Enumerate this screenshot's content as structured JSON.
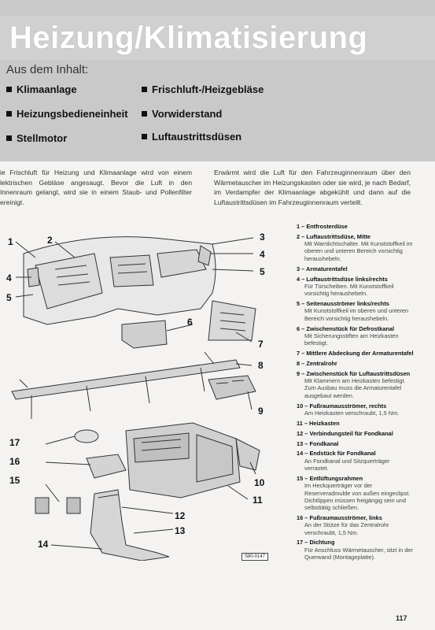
{
  "header": {
    "title": "Heizung/Klimatisierung",
    "contents_heading": "Aus dem Inhalt:",
    "contents_left": [
      "Klimaanlage",
      "Heizungsbedieneinheit",
      "Stellmotor"
    ],
    "contents_right": [
      "Frischluft-/Heizgebläse",
      "Vorwiderstand",
      "Luftaustrittsdüsen"
    ]
  },
  "intro": {
    "left": "ie Frischluft für Heizung und Klimaanlage wird von einem lektrischen Gebläse angesaugt. Bevor die Luft in den Innenraum gelangt, wird sie in einem Staub- und Pollenfilter ereinigt.",
    "right": "Erwärmt wird die Luft für den Fahrzeuginnenraum über den Wärmetauscher im Heizungskasten oder sie wird, je nach Bedarf, im Verdampfer der Klimaanlage abgekühlt und dann auf die Luftaustrittsdüsen im Fahrzeuginnenraum verteilt."
  },
  "diagram": {
    "callouts": [
      "1",
      "2",
      "3",
      "4",
      "5",
      "4",
      "5",
      "6",
      "7",
      "8",
      "9",
      "10",
      "11",
      "12",
      "13",
      "14",
      "15",
      "16",
      "17"
    ],
    "figure_code": "S80-0147"
  },
  "legend": [
    {
      "label": "1 – Entfrosterdüse",
      "desc": ""
    },
    {
      "label": "2 – Luftaustrittsdüse, Mitte",
      "desc": "Mit Warnlichtschalter. Mit Kunststoffkeil im oberen und unteren Bereich vorsichtig heraushebeln."
    },
    {
      "label": "3 – Armaturentafel",
      "desc": ""
    },
    {
      "label": "4 – Luftaustrittsdüse links/rechts",
      "desc": "Für Türscheiben. Mit Kunststoffkeil vorsichtig heraushebeln."
    },
    {
      "label": "5 – Seitenausströmer links/rechts",
      "desc": "Mit Kunststoffkeil im oberen und unteren Bereich vorsichtig heraushebeln."
    },
    {
      "label": "6 – Zwischenstück für Defrostkanal",
      "desc": "Mit Sicherungsstiften am Heizkasten befestigt."
    },
    {
      "label": "7 – Mittlere Abdeckung der Armaturentafel",
      "desc": ""
    },
    {
      "label": "8 – Zentralrohr",
      "desc": ""
    },
    {
      "label": "9 – Zwischenstück für Luftaustrittsdüsen",
      "desc": "Mit Klammern am Heizkasten befestigt. Zum Ausbau muss die Armaturentafel ausgebaut werden."
    },
    {
      "label": "10 – Fußraumausströmer, rechts",
      "desc": "Am Heizkasten verschraubt, 1,5 Nm."
    },
    {
      "label": "11 – Heizkasten",
      "desc": ""
    },
    {
      "label": "12 – Verbindungsteil für Fondkanal",
      "desc": ""
    },
    {
      "label": "13 – Fondkanal",
      "desc": ""
    },
    {
      "label": "14 – Endstück für Fondkanal",
      "desc": "An Fondkanal und Sitzquerträger verrastet."
    },
    {
      "label": "15 – Entlüftungsrahmen",
      "desc": "Im Heckquerträger vor der Reserveradmulde von außen eingeclipst. Dichtlippen müssen freigängig sein und selbsttätig schließen."
    },
    {
      "label": "16 – Fußraumausströmer, links",
      "desc": "An der Stütze für das Zentralrohr verschraubt, 1,5 Nm."
    },
    {
      "label": "17 – Dichtung",
      "desc": "Für Anschluss Wärmetauscher, sitzt in der Querwand (Montageplatte)."
    }
  ],
  "page_number": "117"
}
